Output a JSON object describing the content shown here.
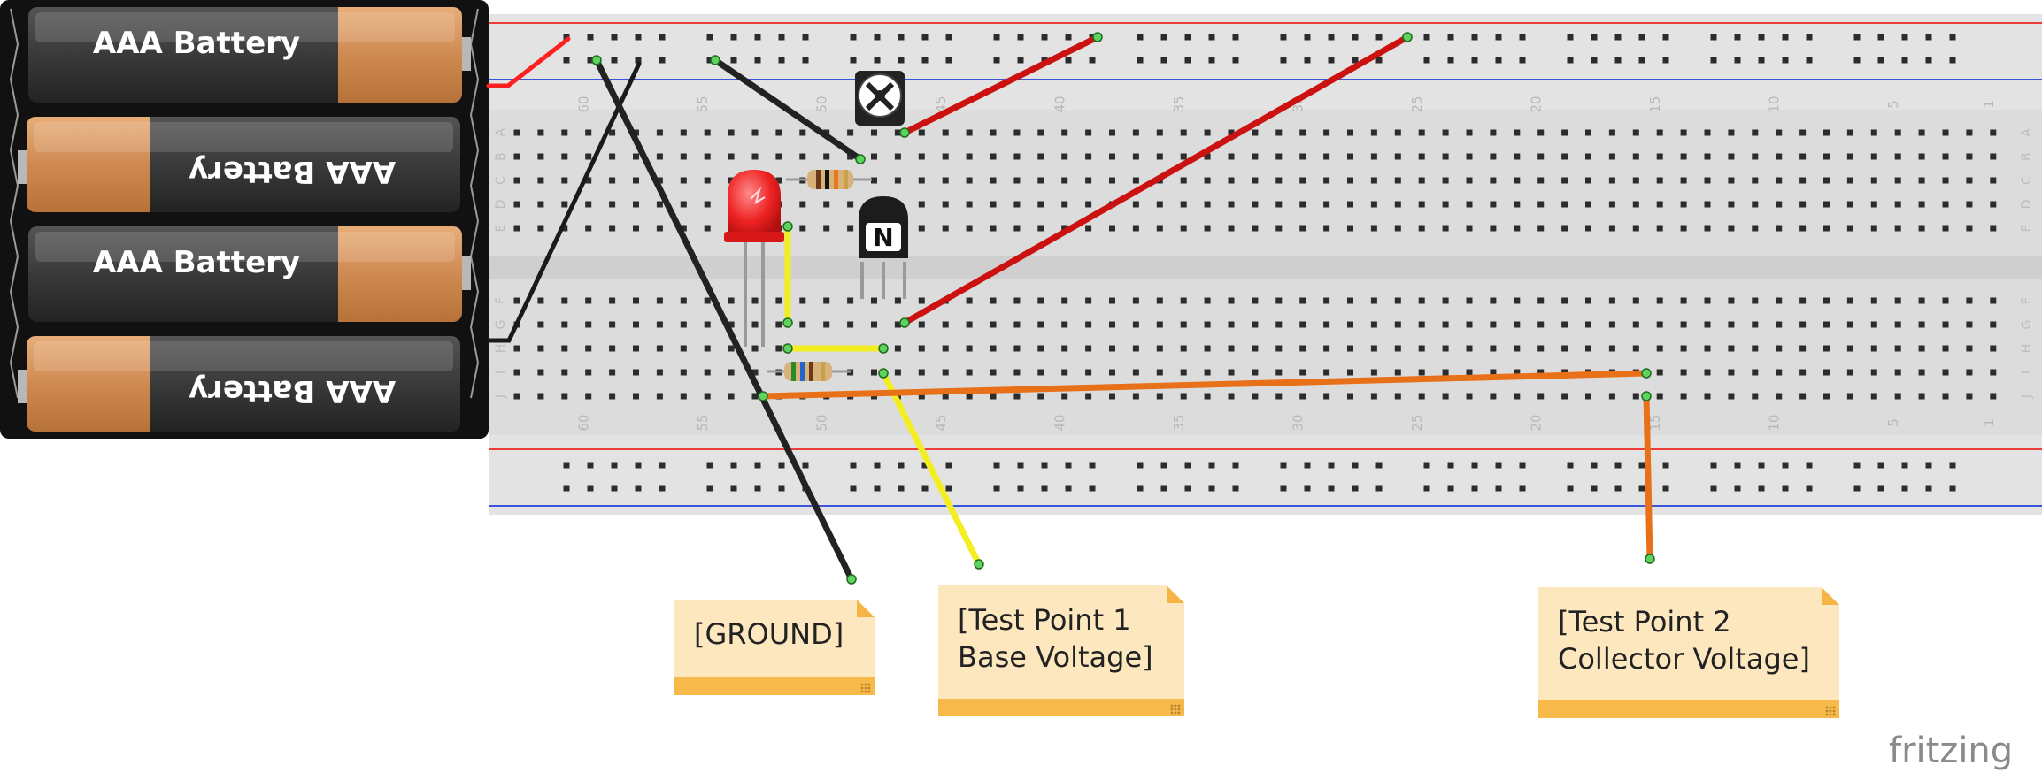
{
  "battery_holder": {
    "cells": [
      {
        "label": "AAA Battery",
        "orientation": "normal"
      },
      {
        "label": "AAA Battery",
        "orientation": "flipped"
      },
      {
        "label": "AAA Battery",
        "orientation": "normal"
      },
      {
        "label": "AAA Battery",
        "orientation": "flipped"
      }
    ]
  },
  "breadboard": {
    "column_numbers": [
      "60",
      "55",
      "50",
      "45",
      "40",
      "35",
      "30",
      "25",
      "20",
      "15",
      "10",
      "5",
      "1"
    ],
    "row_letters_top": [
      "A",
      "B",
      "C",
      "D",
      "E"
    ],
    "row_letters_bottom": [
      "F",
      "G",
      "H",
      "I",
      "J"
    ]
  },
  "components": {
    "transistor_marking": "N"
  },
  "wire_colors": {
    "ground": "#222222",
    "power": "#cc1111",
    "signal": "#f3ee22",
    "collector": "#ee7722"
  },
  "notes": [
    {
      "id": "ground",
      "lines": [
        "[GROUND]"
      ]
    },
    {
      "id": "test-point-1",
      "lines": [
        "[Test Point 1",
        "Base Voltage]"
      ]
    },
    {
      "id": "test-point-2",
      "lines": [
        "[Test Point 2",
        "Collector Voltage]"
      ]
    }
  ],
  "brand": "fritzing"
}
